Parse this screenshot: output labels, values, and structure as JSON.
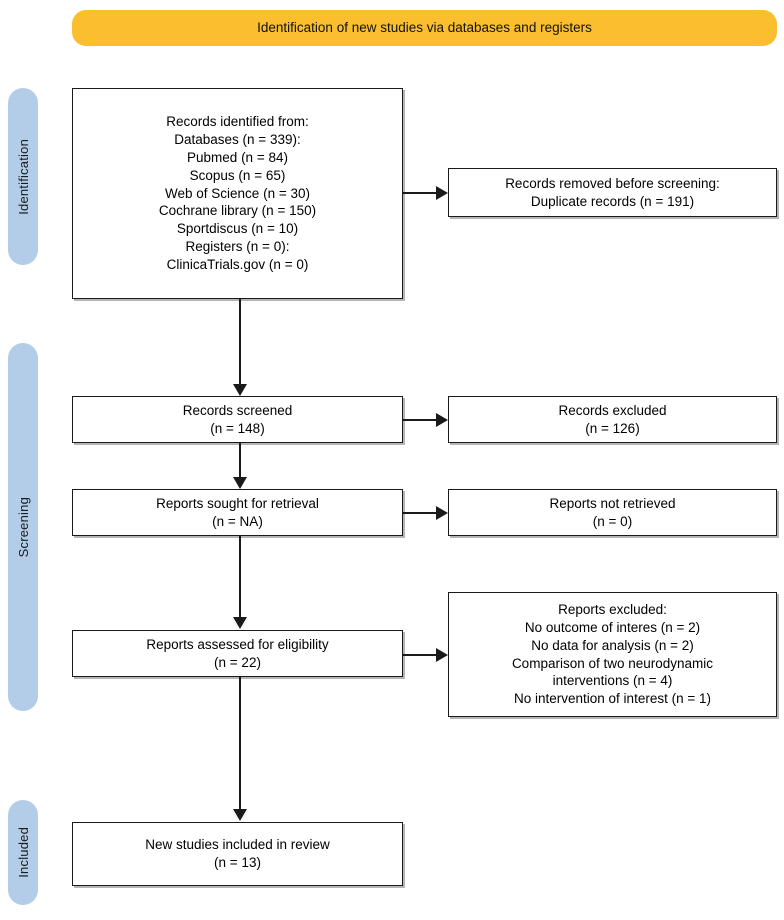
{
  "banner": {
    "title": "Identification of new studies via databases and registers"
  },
  "stages": [
    {
      "id": "identification",
      "label": "Identification"
    },
    {
      "id": "screening",
      "label": "Screening"
    },
    {
      "id": "included",
      "label": "Included"
    }
  ],
  "boxes": {
    "identified": {
      "lines": [
        "Records identified from:",
        "Databases (n = 339):",
        "Pubmed (n = 84)",
        "Scopus (n = 65)",
        "Web of Science (n = 30)",
        "Cochrane library (n = 150)",
        "Sportdiscus (n = 10)",
        "Registers (n = 0):",
        "ClinicaTrials.gov (n = 0)"
      ]
    },
    "removed": {
      "lines": [
        "Records removed before screening:",
        "Duplicate records (n = 191)"
      ]
    },
    "screened": {
      "lines": [
        "Records screened",
        "(n = 148)"
      ]
    },
    "excluded": {
      "lines": [
        "Records excluded",
        "(n = 126)"
      ]
    },
    "sought": {
      "lines": [
        "Reports sought for retrieval",
        "(n = NA)"
      ]
    },
    "not_retrieved": {
      "lines": [
        "Reports not retrieved",
        "(n = 0)"
      ]
    },
    "eligibility": {
      "lines": [
        "Reports assessed for eligibility",
        "(n = 22)"
      ]
    },
    "reports_excluded": {
      "lines": [
        "Reports excluded:",
        "No outcome of interes (n = 2)",
        "No data for analysis (n = 2)",
        "Comparison of two neurodynamic",
        "interventions (n = 4)",
        "No intervention of interest (n = 1)"
      ]
    },
    "included": {
      "lines": [
        "New studies included in review",
        "(n = 13)"
      ]
    }
  },
  "chart_data": {
    "type": "diagram",
    "diagram_type": "prisma-flow",
    "title": "Identification of new studies via databases and registers",
    "nodes": [
      {
        "id": "identified",
        "stage": "Identification",
        "column": "left",
        "label": "Records identified from",
        "total_databases": 339,
        "total_registers": 0,
        "sources": [
          {
            "name": "Pubmed",
            "n": 84
          },
          {
            "name": "Scopus",
            "n": 65
          },
          {
            "name": "Web of Science",
            "n": 30
          },
          {
            "name": "Cochrane library",
            "n": 150
          },
          {
            "name": "Sportdiscus",
            "n": 10
          },
          {
            "name": "ClinicaTrials.gov",
            "n": 0
          }
        ]
      },
      {
        "id": "removed",
        "stage": "Identification",
        "column": "right",
        "label": "Records removed before screening: Duplicate records",
        "n": 191
      },
      {
        "id": "screened",
        "stage": "Screening",
        "column": "left",
        "label": "Records screened",
        "n": 148
      },
      {
        "id": "excluded",
        "stage": "Screening",
        "column": "right",
        "label": "Records excluded",
        "n": 126
      },
      {
        "id": "sought",
        "stage": "Screening",
        "column": "left",
        "label": "Reports sought for retrieval",
        "n": "NA"
      },
      {
        "id": "not_retrieved",
        "stage": "Screening",
        "column": "right",
        "label": "Reports not retrieved",
        "n": 0
      },
      {
        "id": "eligibility",
        "stage": "Screening",
        "column": "left",
        "label": "Reports assessed for eligibility",
        "n": 22
      },
      {
        "id": "reports_excluded",
        "stage": "Screening",
        "column": "right",
        "label": "Reports excluded",
        "reasons": [
          {
            "reason": "No outcome of interes",
            "n": 2
          },
          {
            "reason": "No data for analysis",
            "n": 2
          },
          {
            "reason": "Comparison of two neurodynamic interventions",
            "n": 4
          },
          {
            "reason": "No intervention of interest",
            "n": 1
          }
        ]
      },
      {
        "id": "included",
        "stage": "Included",
        "column": "left",
        "label": "New studies included in review",
        "n": 13
      }
    ],
    "edges": [
      {
        "from": "identified",
        "to": "removed",
        "direction": "right"
      },
      {
        "from": "identified",
        "to": "screened",
        "direction": "down"
      },
      {
        "from": "screened",
        "to": "excluded",
        "direction": "right"
      },
      {
        "from": "screened",
        "to": "sought",
        "direction": "down"
      },
      {
        "from": "sought",
        "to": "not_retrieved",
        "direction": "right"
      },
      {
        "from": "sought",
        "to": "eligibility",
        "direction": "down"
      },
      {
        "from": "eligibility",
        "to": "reports_excluded",
        "direction": "right"
      },
      {
        "from": "eligibility",
        "to": "included",
        "direction": "down"
      }
    ],
    "colors": {
      "banner": "#fbbe2e",
      "stage_bar": "#b3cde9",
      "box_border": "#1a1a1a",
      "background": "#ffffff"
    }
  }
}
